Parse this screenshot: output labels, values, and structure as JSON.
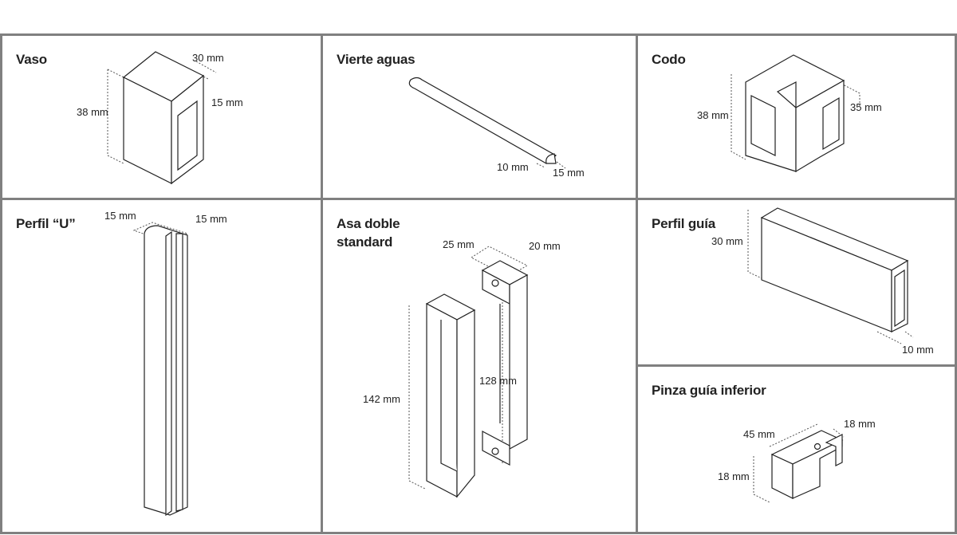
{
  "panels": {
    "vaso": {
      "title": "Vaso",
      "dims": [
        "30 mm",
        "15 mm",
        "38 mm"
      ]
    },
    "vierte": {
      "title": "Vierte aguas",
      "dims": [
        "10 mm",
        "15 mm"
      ]
    },
    "codo": {
      "title": "Codo",
      "dims": [
        "38 mm",
        "35 mm"
      ]
    },
    "perfil_u": {
      "title": "Perfil “U”",
      "dims": [
        "15 mm",
        "15 mm"
      ]
    },
    "asa": {
      "title": "Asa doble",
      "title2": "standard",
      "dims": [
        "25 mm",
        "20 mm",
        "142 mm",
        "128 mm"
      ]
    },
    "perfil_guia": {
      "title": "Perfil guía",
      "dims": [
        "30 mm",
        "10 mm"
      ]
    },
    "pinza": {
      "title": "Pinza guía inferior",
      "dims": [
        "45 mm",
        "18 mm",
        "18 mm"
      ]
    }
  }
}
